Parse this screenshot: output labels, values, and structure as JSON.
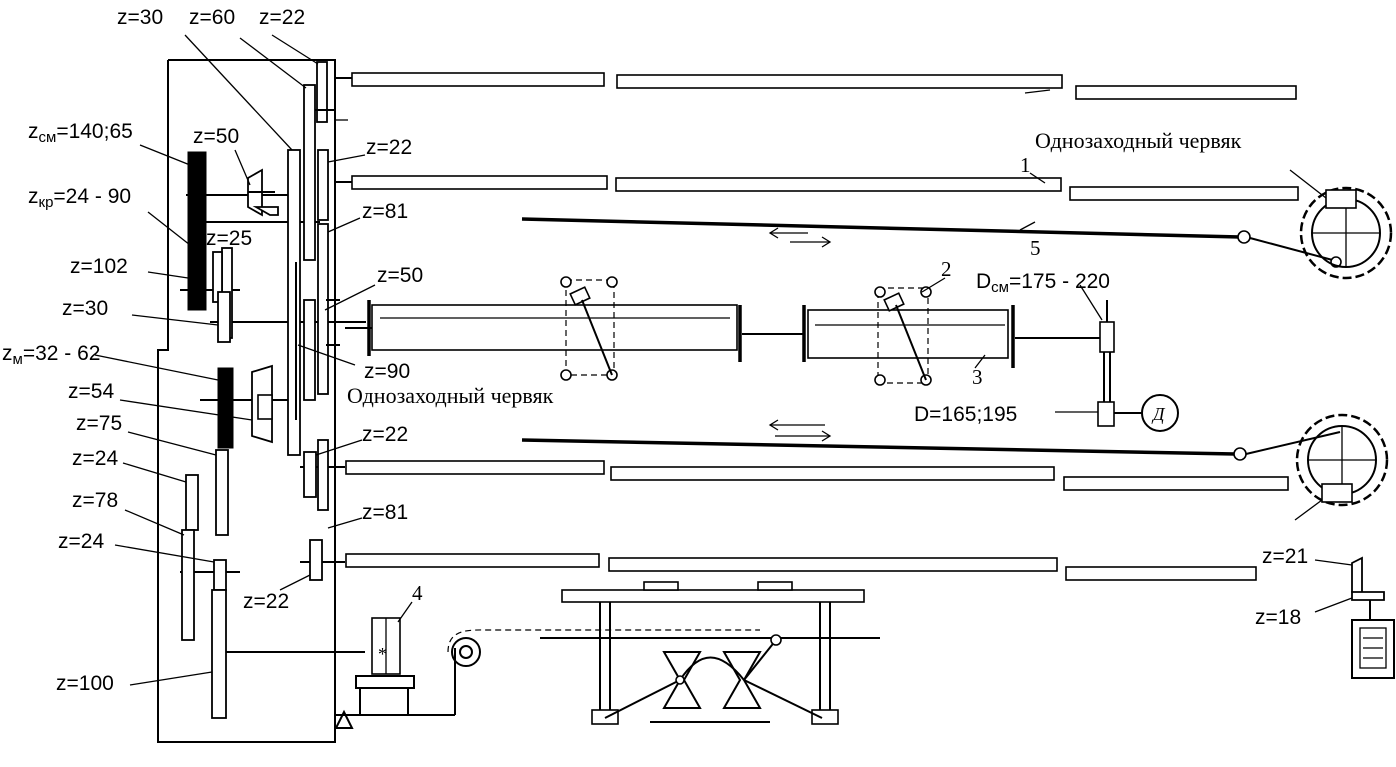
{
  "gear_labels": {
    "z30_top": "z=30",
    "z60_top": "z=60",
    "z22_top": "z=22",
    "z_sm": "z",
    "z_sm_sub": "см",
    "z_sm_val": "=140;65",
    "z50_a": "z=50",
    "z22_b": "z=22",
    "z_kr": "z",
    "z_kr_sub": "кр",
    "z_kr_val": "=24 - 90",
    "z81_a": "z=81",
    "z25": "z=25",
    "z102": "z=102",
    "z50_b": "z=50",
    "z30_b": "z=30",
    "z_m": "z",
    "z_m_sub": "м",
    "z_m_val": "=32 - 62",
    "z90": "z=90",
    "z54": "z=54",
    "z75": "z=75",
    "z22_c": "z=22",
    "z24_a": "z=24",
    "z78": "z=78",
    "z81_b": "z=81",
    "z24_b": "z=24",
    "z22_d": "z=22",
    "z100": "z=100",
    "z21": "z=21",
    "z18": "z=18"
  },
  "texts": {
    "worm_top": "Однозаходный червяк",
    "worm_mid": "Однозаходный червяк",
    "d_sm": "D",
    "d_sm_sub": "см",
    "d_sm_val": "=175 - 220",
    "d_val": "D=165;195",
    "motor": "Д"
  },
  "numbers": {
    "n1": "1",
    "n2": "2",
    "n3": "3",
    "n4": "4",
    "n5": "5"
  }
}
